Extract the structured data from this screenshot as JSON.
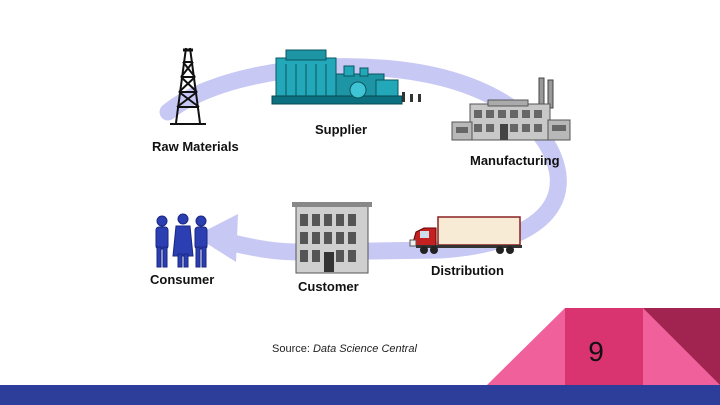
{
  "diagram": {
    "nodes": {
      "raw_materials": "Raw Materials",
      "supplier": "Supplier",
      "manufacturing": "Manufacturing",
      "distribution": "Distribution",
      "customer": "Customer",
      "consumer": "Consumer"
    },
    "flow_color": "#c8c8f5"
  },
  "source": {
    "prefix": "Source: ",
    "name": "Data Science Central"
  },
  "slide": {
    "page_number": "9",
    "bar_color": "#2d3d9a",
    "accent_colors": [
      "#f0609a",
      "#d93470",
      "#a12450"
    ]
  }
}
